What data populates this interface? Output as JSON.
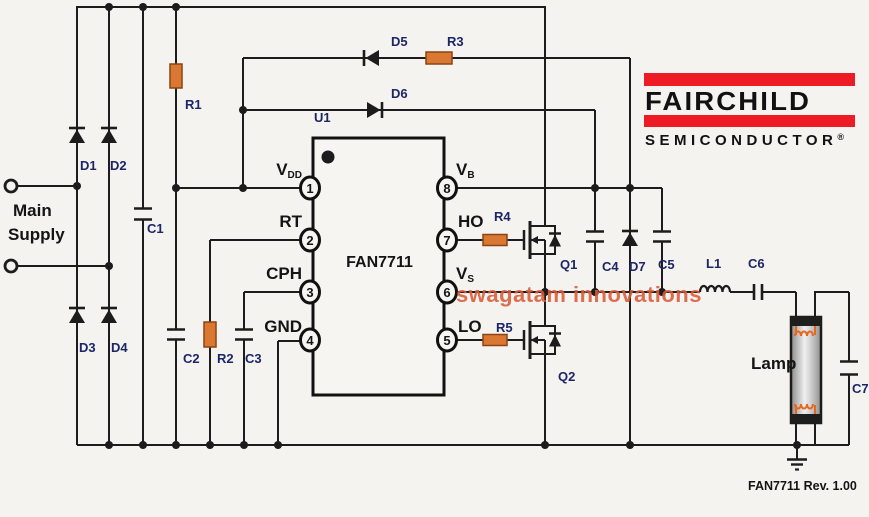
{
  "title": "FAN7711 electronic ballast application circuit",
  "colors": {
    "background": "#f4f3f0",
    "wire": "#1c1c1c",
    "resistor_fill": "#d97733",
    "component_label": "#1c2566",
    "text": "#141414",
    "watermark": "#dc5b39",
    "logo_red": "#ed1c24",
    "filament_orange": "#e8671f"
  },
  "supply": {
    "line1": "Main",
    "line2": "Supply"
  },
  "ic": {
    "ref": "U1",
    "part": "FAN7711",
    "left_pins": [
      {
        "num": "1",
        "name": "V",
        "sub": "DD"
      },
      {
        "num": "2",
        "name": "RT",
        "sub": ""
      },
      {
        "num": "3",
        "name": "CPH",
        "sub": ""
      },
      {
        "num": "4",
        "name": "GND",
        "sub": ""
      }
    ],
    "right_pins": [
      {
        "num": "8",
        "name": "V",
        "sub": "B"
      },
      {
        "num": "7",
        "name": "HO",
        "sub": ""
      },
      {
        "num": "6",
        "name": "V",
        "sub": "S"
      },
      {
        "num": "5",
        "name": "LO",
        "sub": ""
      }
    ]
  },
  "components": {
    "d1": "D1",
    "d2": "D2",
    "d3": "D3",
    "d4": "D4",
    "d5": "D5",
    "d6": "D6",
    "d7": "D7",
    "r1": "R1",
    "r2": "R2",
    "r3": "R3",
    "r4": "R4",
    "r5": "R5",
    "c1": "C1",
    "c2": "C2",
    "c3": "C3",
    "c4": "C4",
    "c5": "C5",
    "c6": "C6",
    "c7": "C7",
    "l1": "L1",
    "q1": "Q1",
    "q2": "Q2",
    "lamp": "Lamp"
  },
  "watermark": "swagatam innovations",
  "logo": {
    "brand": "FAIRCHILD",
    "division": "SEMICONDUCTOR",
    "registered": "®"
  },
  "footer": "FAN7711 Rev. 1.00"
}
